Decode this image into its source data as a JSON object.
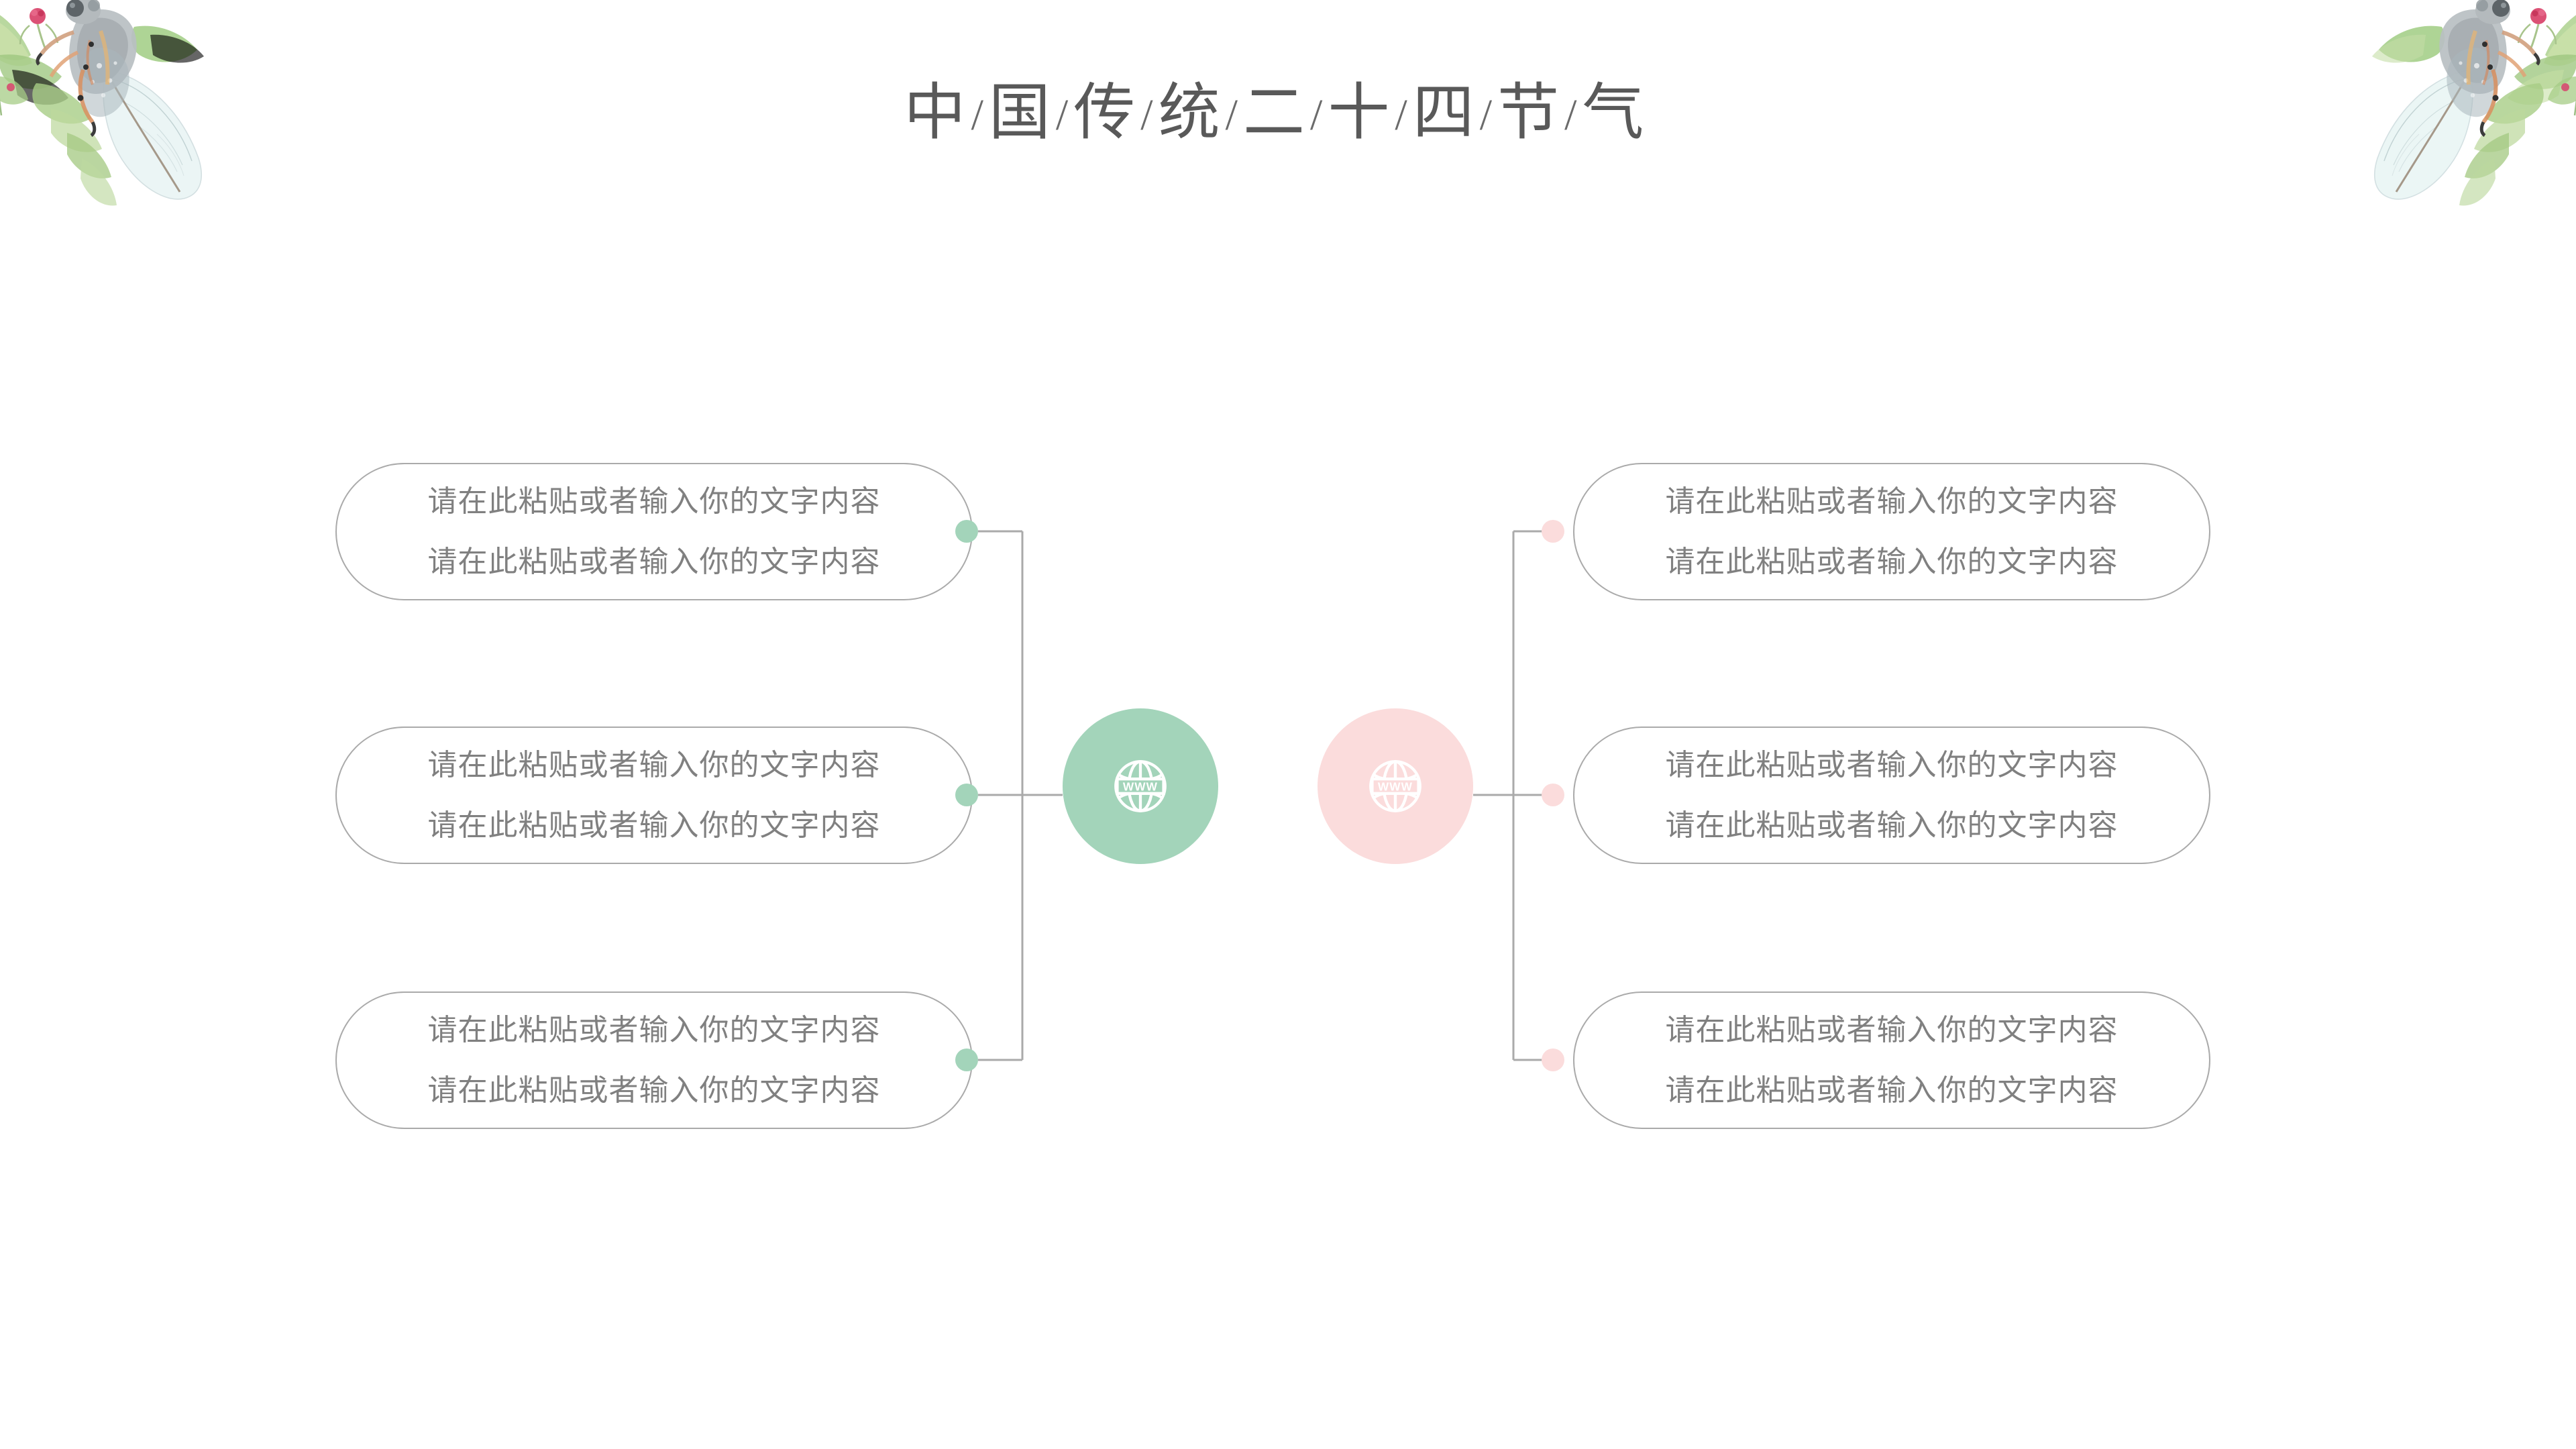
{
  "slide": {
    "title_chars": [
      "中",
      "国",
      "传",
      "统",
      "二",
      "十",
      "四",
      "节",
      "气"
    ],
    "title_separator": "/",
    "title_full": "中 / 国 / 传 / 统 / 二 / 十 / 四 / 节 / 气",
    "background_color": "#ffffff"
  },
  "decorations": {
    "left_corner": "watercolor-cicada-on-leaves",
    "right_corner": "watercolor-cicada-on-leaves-mirrored"
  },
  "colors": {
    "green_accent": "#a3d4ba",
    "pink_accent": "#fbdcdc",
    "body_text": "#808080",
    "title_text": "#595959",
    "outline": "#aaaaaa",
    "connector_line": "#aaaaaa"
  },
  "hubs": [
    {
      "id": "hub-green",
      "icon": "globe-www-icon",
      "icon_label": "WWW",
      "color": "#a3d4ba",
      "side": "left"
    },
    {
      "id": "hub-pink",
      "icon": "globe-www-icon",
      "icon_label": "WWW",
      "color": "#fbdcdc",
      "side": "right"
    }
  ],
  "branches": {
    "left": [
      {
        "line1": "请在此粘贴或者输入你的文字内容",
        "line2": "请在此粘贴或者输入你的文字内容"
      },
      {
        "line1": "请在此粘贴或者输入你的文字内容",
        "line2": "请在此粘贴或者输入你的文字内容"
      },
      {
        "line1": "请在此粘贴或者输入你的文字内容",
        "line2": "请在此粘贴或者输入你的文字内容"
      }
    ],
    "right": [
      {
        "line1": "请在此粘贴或者输入你的文字内容",
        "line2": "请在此粘贴或者输入你的文字内容"
      },
      {
        "line1": "请在此粘贴或者输入你的文字内容",
        "line2": "请在此粘贴或者输入你的文字内容"
      },
      {
        "line1": "请在此粘贴或者输入你的文字内容",
        "line2": "请在此粘贴或者输入你的文字内容"
      }
    ]
  }
}
